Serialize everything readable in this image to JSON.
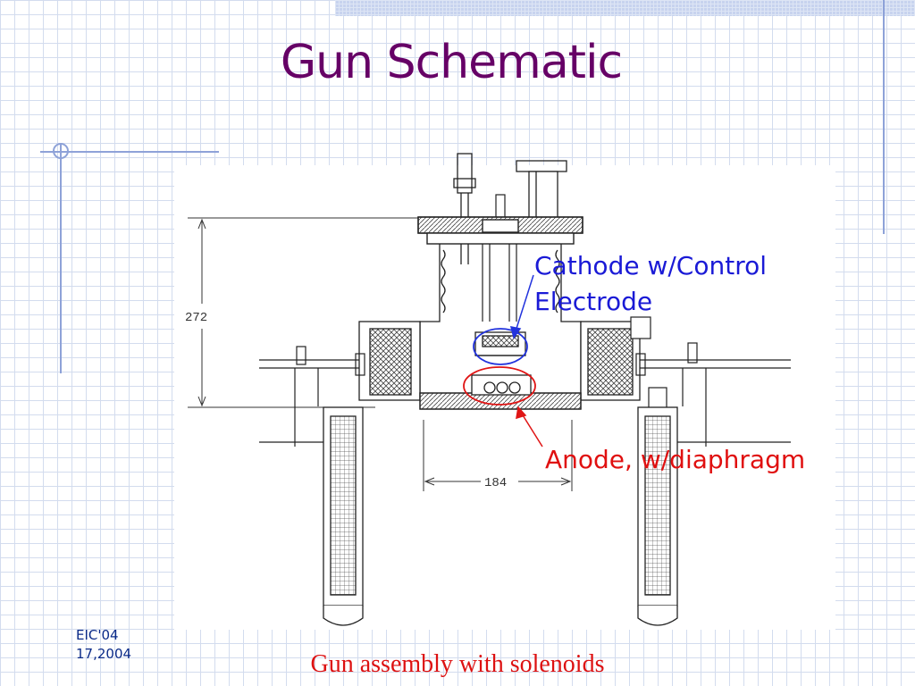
{
  "slide": {
    "title": "Gun Schematic",
    "caption": "Gun assembly with solenoids",
    "footer": {
      "line1": "EIC'04",
      "line2": "17,2004"
    }
  },
  "diagram": {
    "dimension_height": "272",
    "dimension_width": "184",
    "cathode_label_line1": "Cathode w/Control",
    "cathode_label_line2": "Electrode",
    "anode_label": "Anode, w/diaphragm",
    "colors": {
      "title": "#660066",
      "cathode_label": "#1a1ad6",
      "anode_label": "#e01010",
      "caption": "#dd1111",
      "footer": "#0a2a88"
    }
  }
}
